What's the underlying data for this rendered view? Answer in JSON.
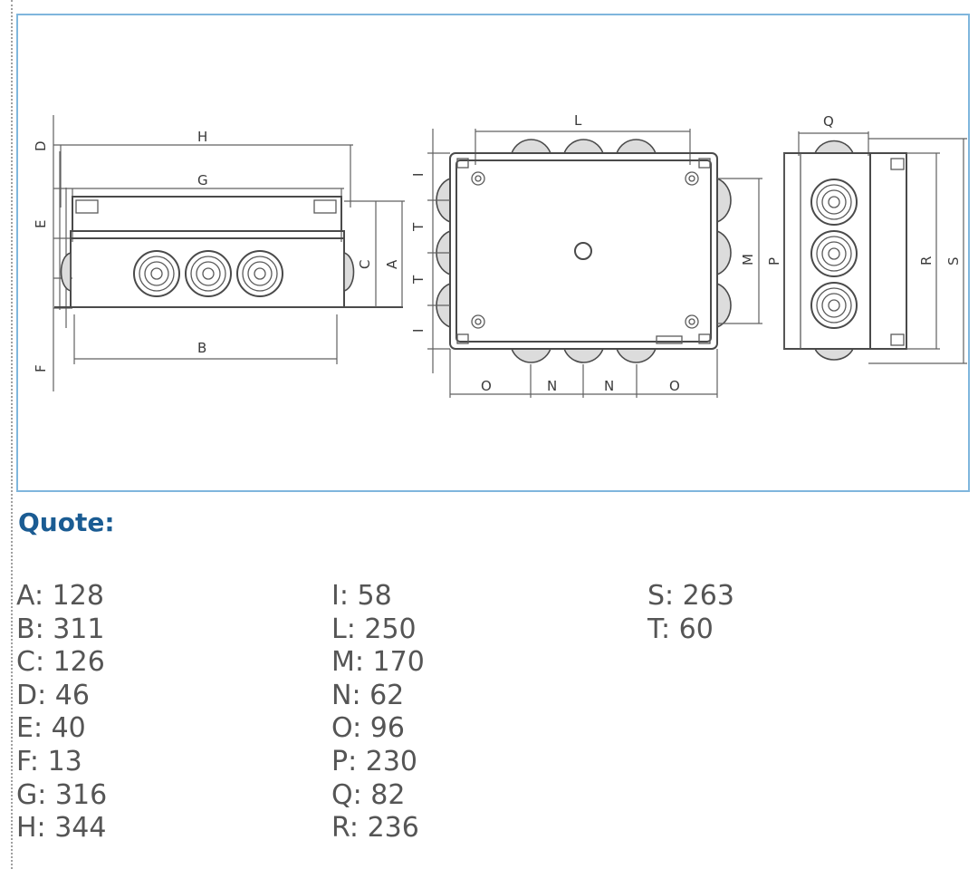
{
  "quote": {
    "title": "Quote:"
  },
  "dimensions": {
    "col1": [
      "A: 128",
      "B: 311",
      "C: 126",
      "D: 46",
      "E: 40",
      "F: 13",
      "G: 316",
      "H: 344"
    ],
    "col2": [
      "I: 58",
      "L: 250",
      "M: 170",
      "N: 62",
      "O: 96",
      "P: 230",
      "Q: 82",
      "R: 236"
    ],
    "col3": [
      "S: 263",
      "T: 60"
    ]
  },
  "drawing": {
    "labels": {
      "A": "A",
      "B": "B",
      "C": "C",
      "D": "D",
      "E": "E",
      "F": "F",
      "G": "G",
      "H": "H",
      "I": "I",
      "L": "L",
      "M": "M",
      "N": "N",
      "O": "O",
      "P": "P",
      "Q": "Q",
      "R": "R",
      "S": "S",
      "T": "T"
    }
  },
  "colors": {
    "title": "#1b5c93",
    "frame": "#7fb6dd",
    "text": "#555555"
  }
}
